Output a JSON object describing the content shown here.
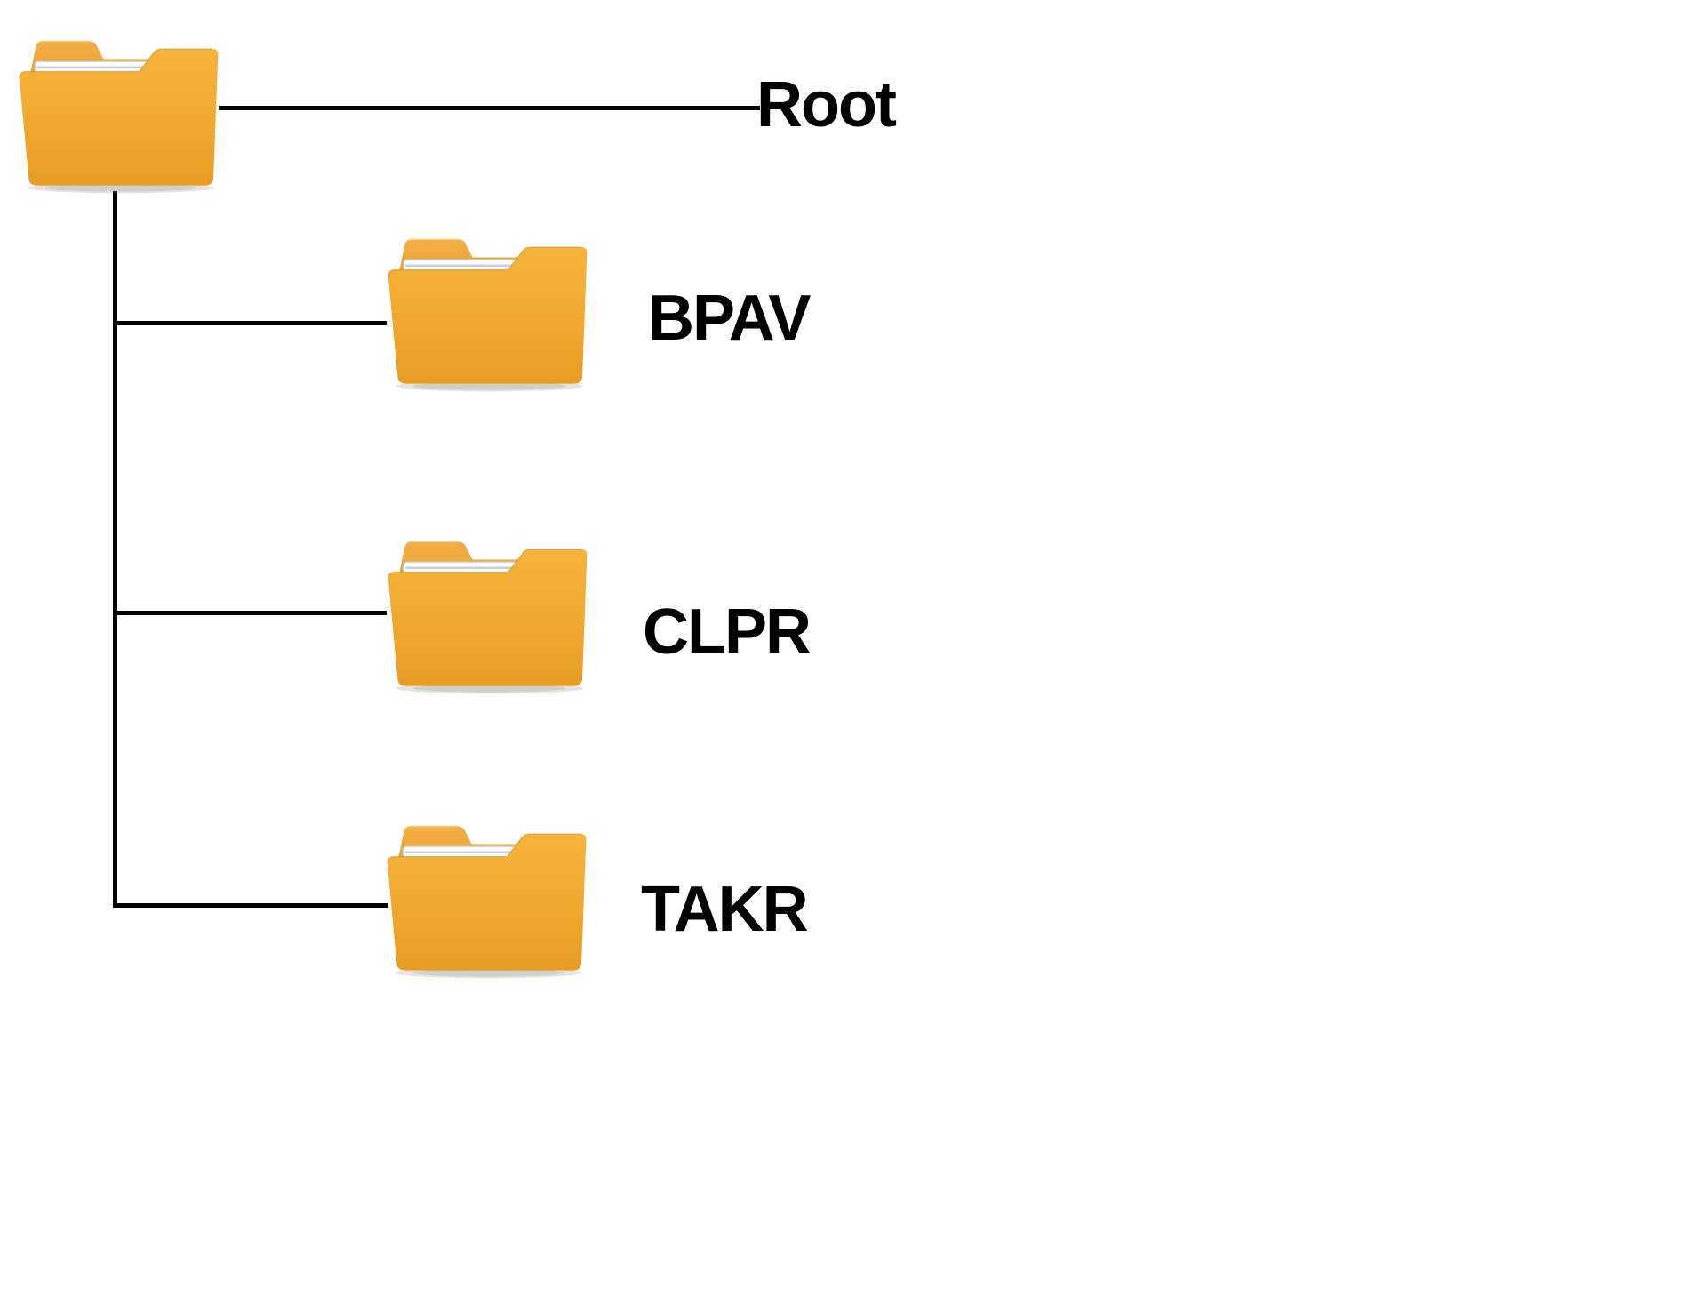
{
  "figure": {
    "type": "folder-tree-diagram",
    "background": "#ffffff",
    "root": {
      "label": "Root"
    },
    "children": [
      {
        "label": "BPAV"
      },
      {
        "label": "CLPR"
      },
      {
        "label": "TAKR"
      }
    ],
    "colors": {
      "line": "#000000",
      "label": "#000000",
      "folder_back_top": "#F2AE45",
      "folder_back_bottom": "#DE9526",
      "folder_front_top": "#F6B43C",
      "folder_front_mid": "#EFA82C",
      "folder_front_bottom": "#E79D24",
      "folder_edge_shade": "#C98B1E",
      "paper": "#FFFFFF",
      "paper_line": "#C9CFDA",
      "shadow": "#8A8578"
    }
  }
}
